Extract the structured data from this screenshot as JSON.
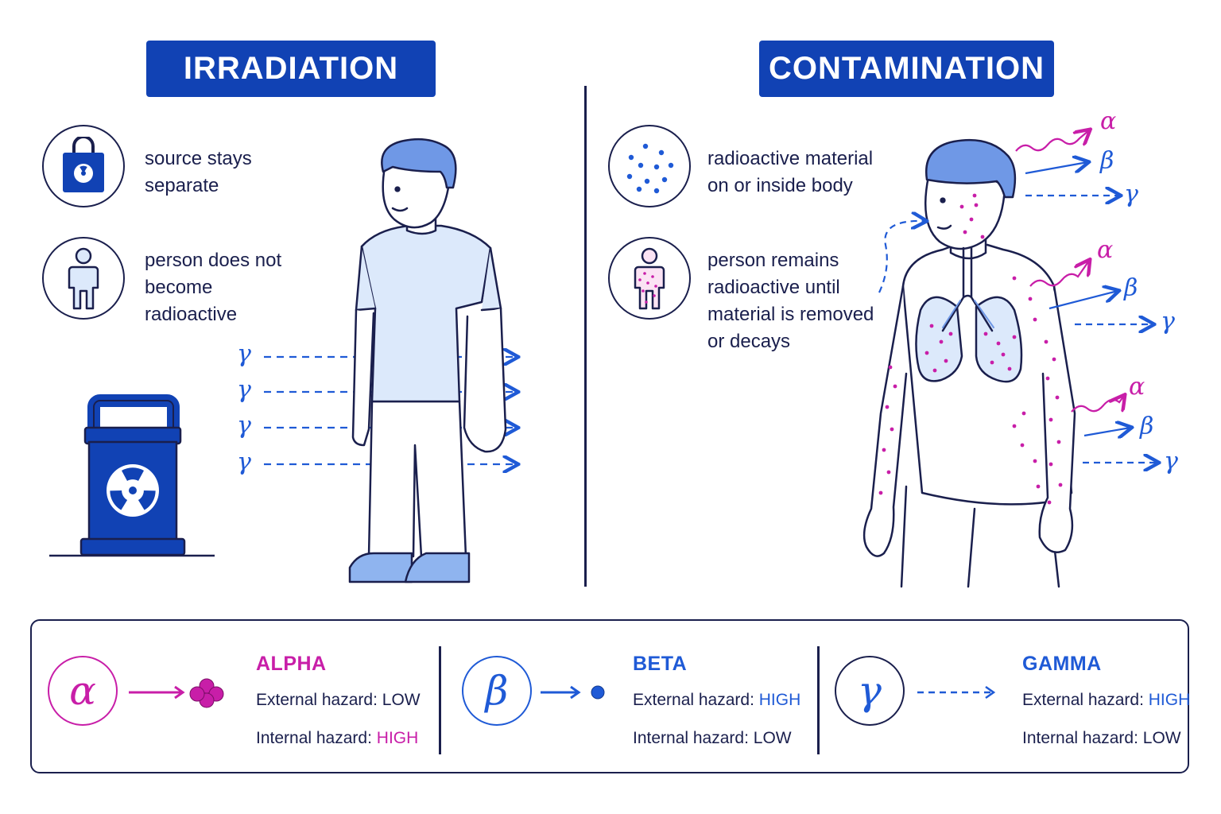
{
  "irradiation": {
    "title": "IRRADIATION",
    "facts": [
      {
        "icon": "radioactive-container-icon",
        "lines": [
          "source stays",
          "separate"
        ]
      },
      {
        "icon": "person-icon",
        "lines": [
          "person does not",
          "become",
          "radioactive"
        ]
      }
    ],
    "gamma_symbol": "γ"
  },
  "contamination": {
    "title": "CONTAMINATION",
    "facts": [
      {
        "icon": "particles-icon",
        "lines": [
          "radioactive material",
          "on or inside body"
        ]
      },
      {
        "icon": "contaminated-person-icon",
        "lines": [
          "person remains",
          "radioactive until",
          "material is removed",
          "or decays"
        ]
      }
    ],
    "symbols": {
      "alpha": "α",
      "beta": "β",
      "gamma": "γ"
    }
  },
  "legend": {
    "items": [
      {
        "symbol": "α",
        "name": "ALPHA",
        "external_label": "External hazard:",
        "external_value": "LOW",
        "internal_label": "Internal hazard:",
        "internal_value": "HIGH",
        "color": "#c81ea8"
      },
      {
        "symbol": "β",
        "name": "BETA",
        "external_label": "External hazard:",
        "external_value": "HIGH",
        "internal_label": "Internal hazard:",
        "internal_value": "LOW",
        "color": "#1f5ad6"
      },
      {
        "symbol": "γ",
        "name": "GAMMA",
        "external_label": "External hazard:",
        "external_value": "HIGH",
        "internal_label": "Internal hazard:",
        "internal_value": "LOW",
        "color": "#1f5ad6"
      }
    ]
  },
  "colors": {
    "navy": "#1142b4",
    "blue": "#1f5ad6",
    "magenta": "#c81ea8",
    "ink": "#1a1f4d",
    "light_blue": "#dce9fb"
  }
}
